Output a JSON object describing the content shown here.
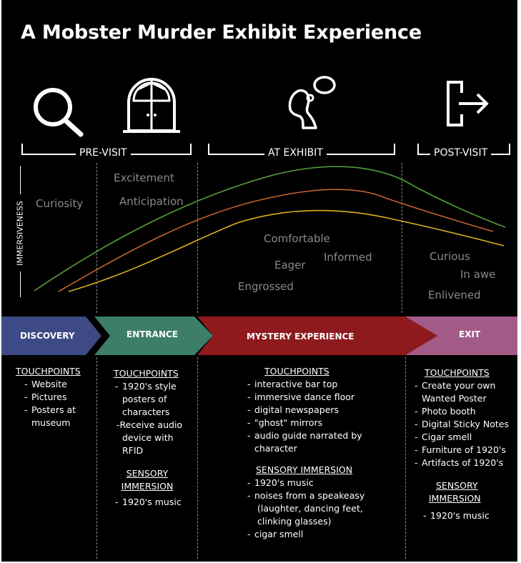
{
  "title": "A Mobster Murder Exhibit Experience",
  "phases": {
    "pre_visit": "PRE-VISIT",
    "at_exhibit": "AT EXHIBIT",
    "post_visit": "POST-VISIT"
  },
  "axis_label": "IMMERSIVENESS",
  "emotions": {
    "curiosity": "Curiosity",
    "excitement": "Excitement",
    "anticipation": "Anticipation",
    "comfortable": "Comfortable",
    "eager": "Eager",
    "informed": "Informed",
    "engrossed": "Engrossed",
    "curious": "Curious",
    "in_awe": "In awe",
    "enlivened": "Enlivened"
  },
  "curve_colors": {
    "green": "#5a9e3a",
    "orange": "#c7622b",
    "yellow": "#d9b21f"
  },
  "stages": [
    {
      "label": "DISCOVERY",
      "color": "#3d4a85"
    },
    {
      "label": "ENTRANCE",
      "color": "#3c7e6a"
    },
    {
      "label": "MYSTERY EXPERIENCE",
      "color": "#8e1a1d"
    },
    {
      "label": "EXIT",
      "color": "#a25b86"
    }
  ],
  "discovery": {
    "touchpoints_title": "TOUCHPOINTS",
    "touchpoints": [
      "Website",
      "Pictures",
      "Posters at",
      "museum"
    ]
  },
  "entrance": {
    "touchpoints_title": "TOUCHPOINTS",
    "touchpoints": [
      "1920's style",
      "posters of",
      "characters",
      "-Receive audio",
      "device with",
      "RFID"
    ],
    "sensory_title_1": "SENSORY",
    "sensory_title_2": "IMMERSION",
    "sensory": [
      "1920's music"
    ]
  },
  "mystery": {
    "touchpoints_title": "TOUCHPOINTS",
    "touchpoints": [
      "interactive bar top",
      "immersive dance floor",
      "digital newspapers",
      "\"ghost\" mirrors",
      "audio guide narrated by",
      "character"
    ],
    "sensory_title": "SENSORY IMMERSION",
    "sensory": [
      "1920's music",
      "noises from a speakeasy",
      "(laughter, dancing feet,",
      "clinking glasses)",
      "cigar smell"
    ]
  },
  "exit": {
    "touchpoints_title": "TOUCHPOINTS",
    "touchpoints": [
      "Create your own",
      "Wanted Poster",
      "Photo booth",
      "Digital Sticky Notes",
      "Cigar smell",
      "Furniture of 1920's",
      "Artifacts of 1920's"
    ],
    "sensory_title_1": "SENSORY",
    "sensory_title_2": "IMMERSION",
    "sensory": [
      "1920's music"
    ]
  },
  "icons": [
    "search-icon",
    "door-icon",
    "thinking-person-icon",
    "exit-icon"
  ]
}
